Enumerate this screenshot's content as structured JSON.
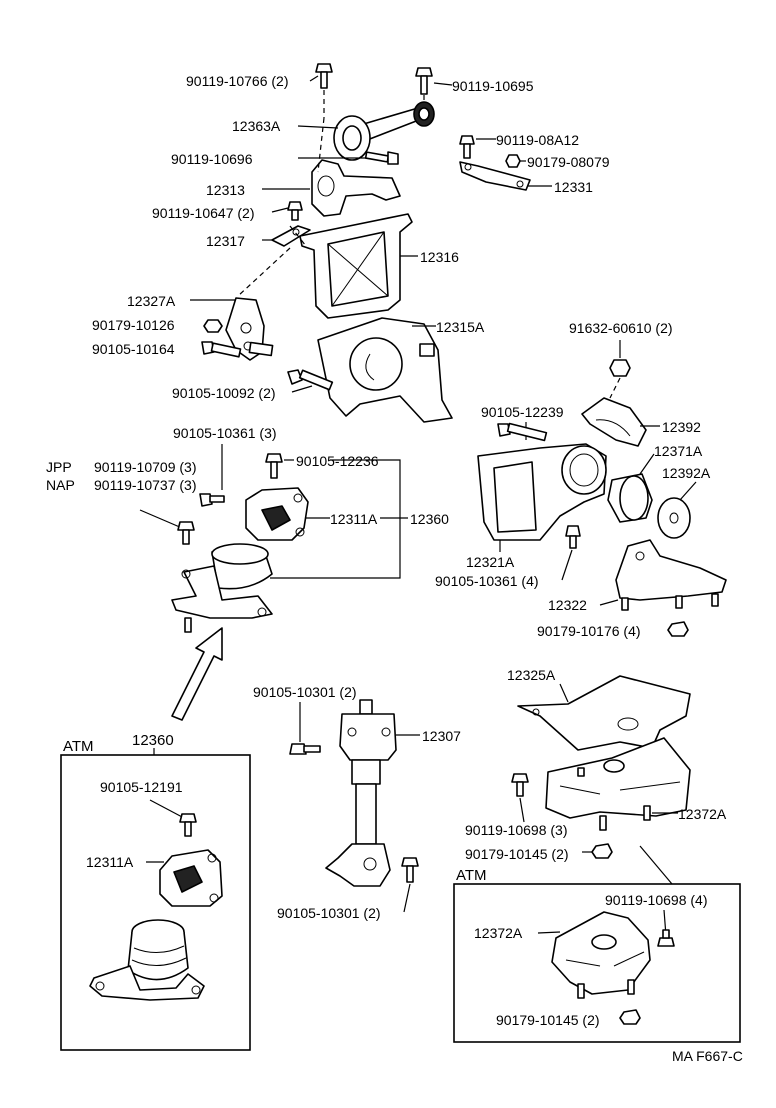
{
  "labels": {
    "p90119_10766": "90119-10766 (2)",
    "p90119_10695": "90119-10695",
    "p12363A": "12363A",
    "p90119_10696": "90119-10696",
    "p90119_08A12": "90119-08A12",
    "p90179_08079": "90179-08079",
    "p12313": "12313",
    "p12331": "12331",
    "p90119_10647": "90119-10647 (2)",
    "p12317": "12317",
    "p12316": "12316",
    "p12327A": "12327A",
    "p90179_10126": "90179-10126",
    "p90105_10164": "90105-10164",
    "p12315A": "12315A",
    "p91632_60610": "91632-60610 (2)",
    "p90105_10092": "90105-10092 (2)",
    "p90105_12239": "90105-12239",
    "p12392": "12392",
    "p90105_10361": "90105-10361 (3)",
    "jpp": "JPP",
    "nap": "NAP",
    "p90119_10709": "90119-10709 (3)",
    "p90119_10737": "90119-10737 (3)",
    "p90105_12236": "90105-12236",
    "p12371A": "12371A",
    "p12392A": "12392A",
    "p12311A": "12311A",
    "p12360": "12360",
    "p12321A": "12321A",
    "p90105_10361_4": "90105-10361 (4)",
    "p12322": "12322",
    "p90179_10176": "90179-10176 (4)",
    "p12325A": "12325A",
    "p90105_10301_top": "90105-10301 (2)",
    "p12307": "12307",
    "atm_left": "ATM",
    "p12360_atm": "12360",
    "p90105_12191": "90105-12191",
    "p12311A_atm": "12311A",
    "p90119_10698_3": "90119-10698 (3)",
    "p12372A": "12372A",
    "p90179_10145": "90179-10145 (2)",
    "atm_right": "ATM",
    "p90119_10698_4": "90119-10698 (4)",
    "p12372A_atm": "12372A",
    "p90179_10145_atm": "90179-10145 (2)",
    "p90105_10301_bot": "90105-10301 (2)",
    "ref": "MA F667-C"
  }
}
